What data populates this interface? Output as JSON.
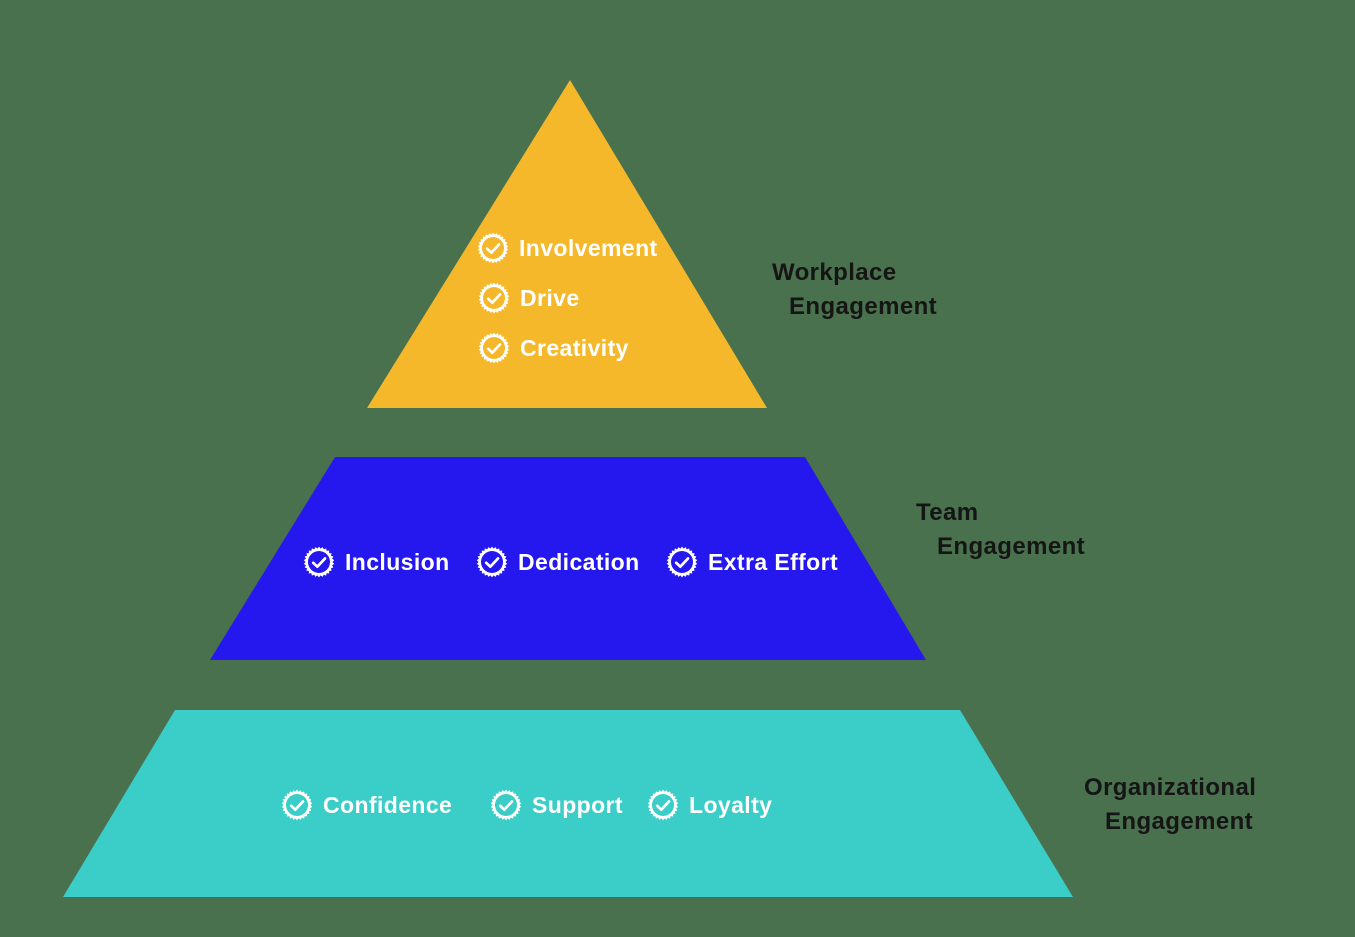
{
  "background_color": "#49714E",
  "text_color_items": "#FFFFFF",
  "text_color_labels": "#151515",
  "badge_icon": "check-seal",
  "tiers": [
    {
      "id": "workplace",
      "shape": "triangle",
      "shape_color": "#F5B82B",
      "side_label": {
        "line1": "Workplace",
        "line2": "Engagement"
      },
      "items": [
        {
          "label": "Involvement"
        },
        {
          "label": "Drive"
        },
        {
          "label": "Creativity"
        }
      ]
    },
    {
      "id": "team",
      "shape": "trapezoid",
      "shape_color": "#2418EF",
      "side_label": {
        "line1": "Team",
        "line2": "Engagement"
      },
      "items": [
        {
          "label": "Inclusion"
        },
        {
          "label": "Dedication"
        },
        {
          "label": "Extra Effort"
        }
      ]
    },
    {
      "id": "organizational",
      "shape": "trapezoid",
      "shape_color": "#3BCDC7",
      "side_label": {
        "line1": "Organizational",
        "line2": "Engagement"
      },
      "items": [
        {
          "label": "Confidence"
        },
        {
          "label": "Support"
        },
        {
          "label": "Loyalty"
        }
      ]
    }
  ]
}
